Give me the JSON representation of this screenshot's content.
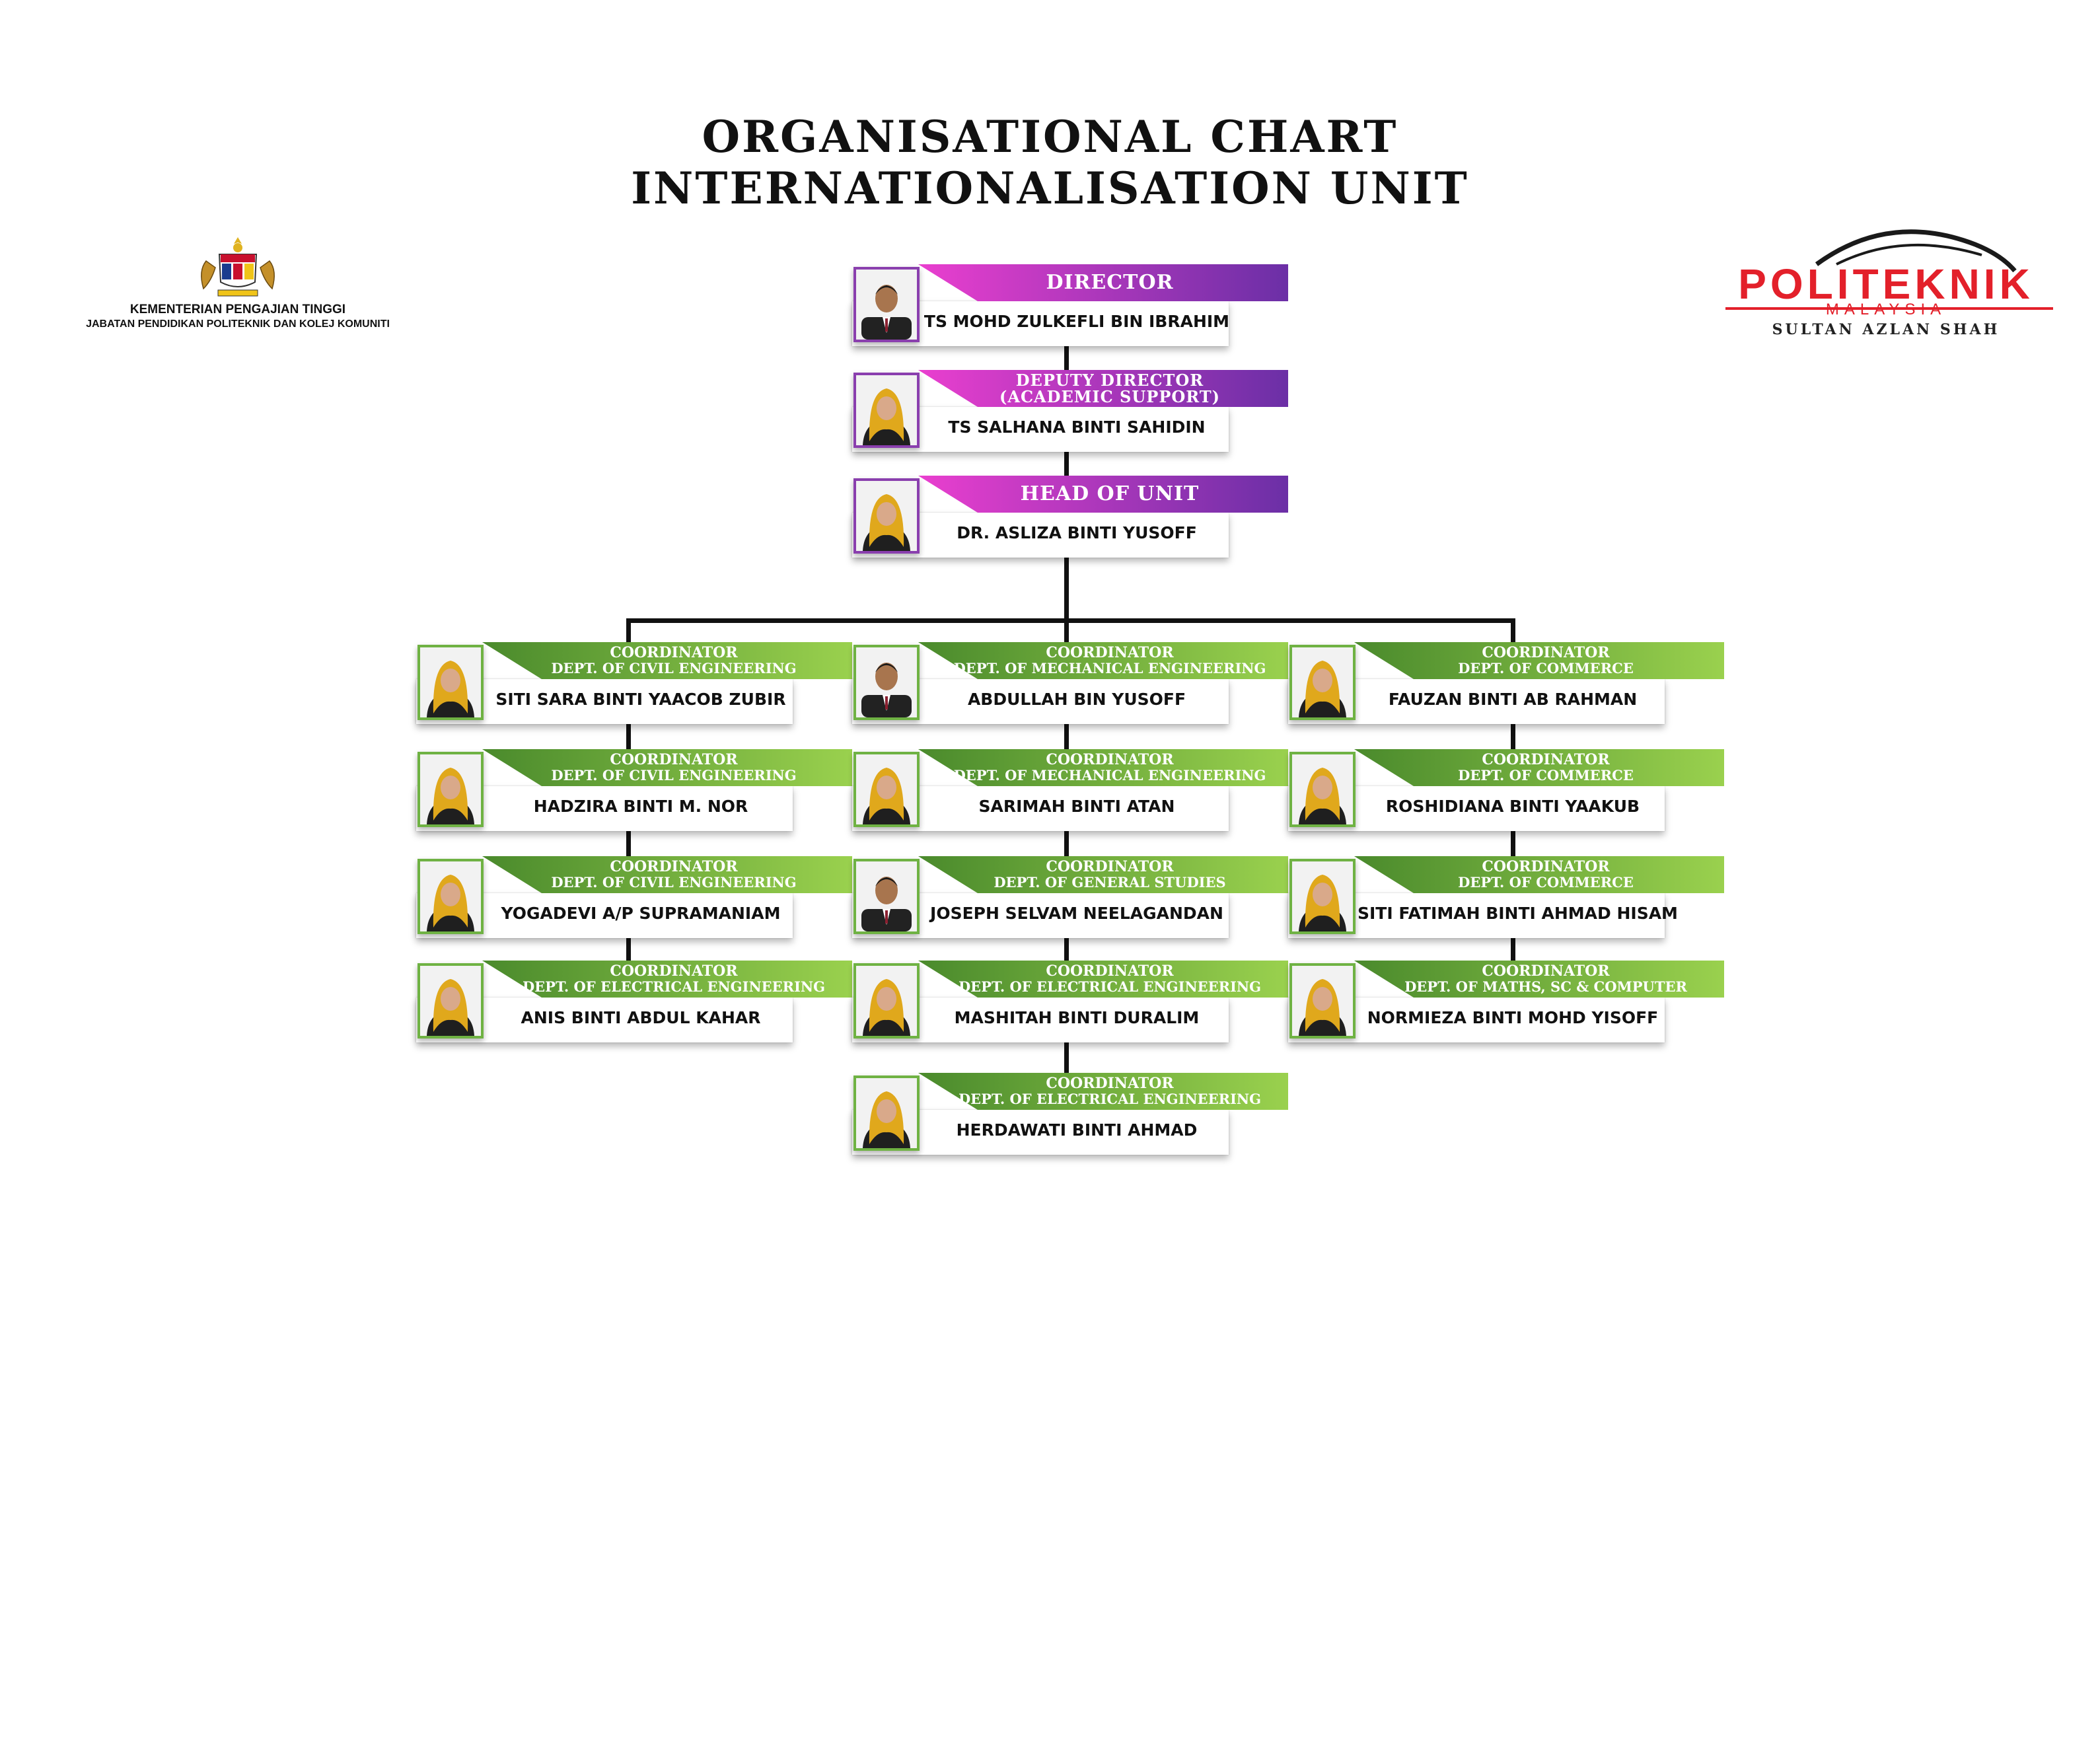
{
  "title": {
    "line1": "ORGANISATIONAL CHART",
    "line2": "INTERNATIONALISATION UNIT"
  },
  "left_logo": {
    "icon": "malaysia-coat-of-arms-icon",
    "line1": "KEMENTERIAN PENGAJIAN TINGGI",
    "line2": "JABATAN PENDIDIKAN POLITEKNIK DAN KOLEJ KOMUNITI"
  },
  "right_logo": {
    "icon": "politeknik-arc-logo",
    "word": "POLITEKNIK",
    "sub": "MALAYSIA",
    "campus": "SULTAN AZLAN SHAH"
  },
  "colors": {
    "leader_banner_start": "#ea3fcf",
    "leader_banner_end": "#6b2fa6",
    "coord_banner_start": "#4a8a2c",
    "coord_banner_end": "#9ad14e",
    "connector": "#111111"
  },
  "leaders": [
    {
      "role1": "DIRECTOR",
      "role2": "",
      "name": "TS MOHD ZULKEFLI BIN IBRAHIM"
    },
    {
      "role1": "DEPUTY DIRECTOR",
      "role2": "(ACADEMIC SUPPORT)",
      "name": "TS SALHANA BINTI SAHIDIN"
    },
    {
      "role1": "HEAD OF UNIT",
      "role2": "",
      "name": "DR. ASLIZA BINTI YUSOFF"
    }
  ],
  "columns": [
    [
      {
        "role1": "COORDINATOR",
        "role2": "DEPT. OF CIVIL ENGINEERING",
        "name": "SITI SARA BINTI YAACOB ZUBIR"
      },
      {
        "role1": "COORDINATOR",
        "role2": "DEPT. OF CIVIL ENGINEERING",
        "name": "HADZIRA BINTI M. NOR"
      },
      {
        "role1": "COORDINATOR",
        "role2": "DEPT. OF CIVIL ENGINEERING",
        "name": "YOGADEVI A/P SUPRAMANIAM"
      },
      {
        "role1": "COORDINATOR",
        "role2": "DEPT. OF ELECTRICAL ENGINEERING",
        "name": "ANIS BINTI ABDUL KAHAR"
      }
    ],
    [
      {
        "role1": "COORDINATOR",
        "role2": "DEPT. OF MECHANICAL ENGINEERING",
        "name": "ABDULLAH BIN YUSOFF"
      },
      {
        "role1": "COORDINATOR",
        "role2": "DEPT. OF MECHANICAL ENGINEERING",
        "name": "SARIMAH BINTI ATAN"
      },
      {
        "role1": "COORDINATOR",
        "role2": "DEPT. OF GENERAL STUDIES",
        "name": "JOSEPH SELVAM NEELAGANDAN"
      },
      {
        "role1": "COORDINATOR",
        "role2": "DEPT. OF ELECTRICAL ENGINEERING",
        "name": "MASHITAH BINTI DURALIM"
      },
      {
        "role1": "COORDINATOR",
        "role2": "DEPT. OF ELECTRICAL ENGINEERING",
        "name": "HERDAWATI BINTI AHMAD"
      }
    ],
    [
      {
        "role1": "COORDINATOR",
        "role2": "DEPT. OF COMMERCE",
        "name": "FAUZAN BINTI AB RAHMAN"
      },
      {
        "role1": "COORDINATOR",
        "role2": "DEPT. OF COMMERCE",
        "name": "ROSHIDIANA BINTI YAAKUB"
      },
      {
        "role1": "COORDINATOR",
        "role2": "DEPT. OF COMMERCE",
        "name": "SITI FATIMAH BINTI AHMAD HISAM"
      },
      {
        "role1": "COORDINATOR",
        "role2": "DEPT. OF MATHS, SC & COMPUTER",
        "name": "NORMIEZA BINTI MOHD YISOFF"
      }
    ]
  ]
}
